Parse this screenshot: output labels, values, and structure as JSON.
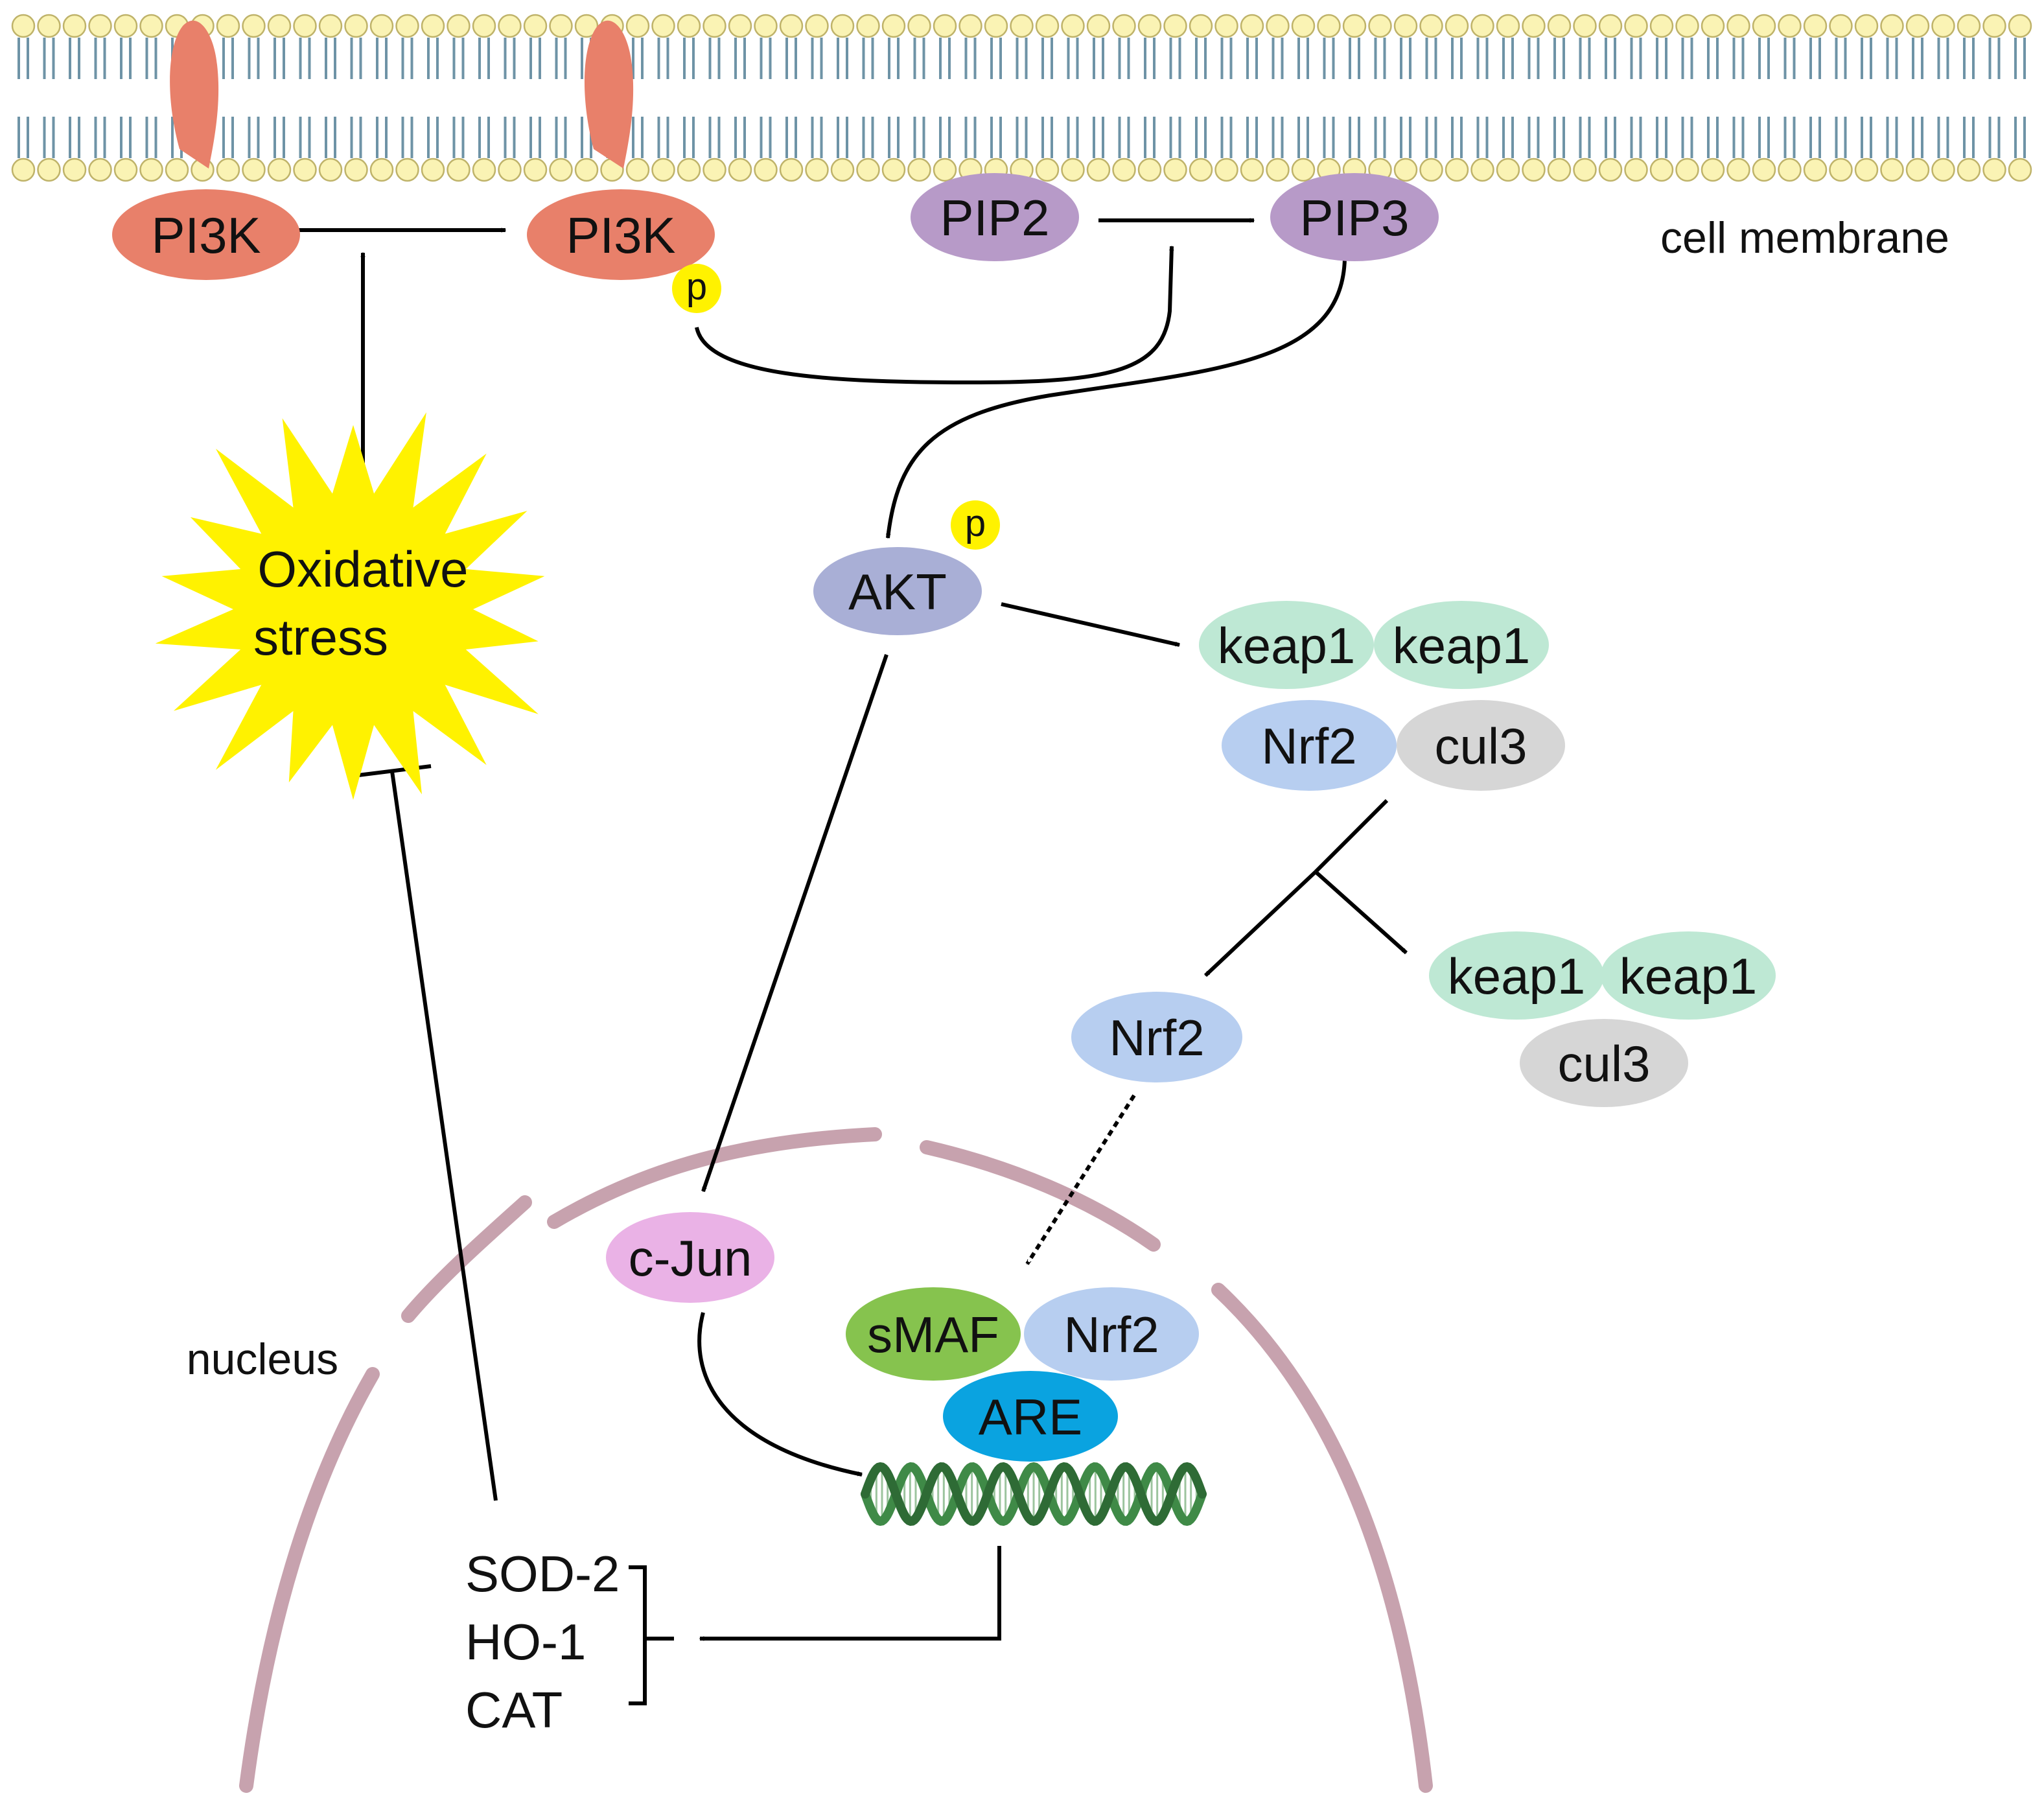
{
  "labels": {
    "cell_membrane": "cell membrane",
    "nucleus": "nucleus",
    "oxidative_stress_line1": "Oxidative",
    "oxidative_stress_line2": "stress"
  },
  "nodes": {
    "pi3k_inactive": "PI3K",
    "pi3k_active": "PI3K",
    "phospho_pi3k": "p",
    "pip2": "PIP2",
    "pip3": "PIP3",
    "akt": "AKT",
    "phospho_akt": "p",
    "keap1_a": "keap1",
    "keap1_b": "keap1",
    "nrf2_complex": "Nrf2",
    "cul3_complex": "cul3",
    "nrf2_free": "Nrf2",
    "keap1_c": "keap1",
    "keap1_d": "keap1",
    "cul3_free": "cul3",
    "c_jun": "c-Jun",
    "smaf": "sMAF",
    "nrf2_nuclear": "Nrf2",
    "are": "ARE"
  },
  "genes": [
    "SOD-2",
    "HO-1",
    "CAT"
  ],
  "colors": {
    "pi3k": "#E8806A",
    "pip": "#B79AC8",
    "akt": "#A9AFD6",
    "keap1": "#BEE8D4",
    "nrf2": "#B7CEF0",
    "cul3": "#D6D6D6",
    "c_jun": "#EAB2E6",
    "smaf": "#86C34E",
    "are": "#0AA3E0",
    "phospho": "#FFF200",
    "star": "#FFF200",
    "membrane_head": "#FAF3B4",
    "membrane_tail": "#6E93A6",
    "nucleus_envelope": "#C7A2AE",
    "dna": "#3F8A47"
  }
}
